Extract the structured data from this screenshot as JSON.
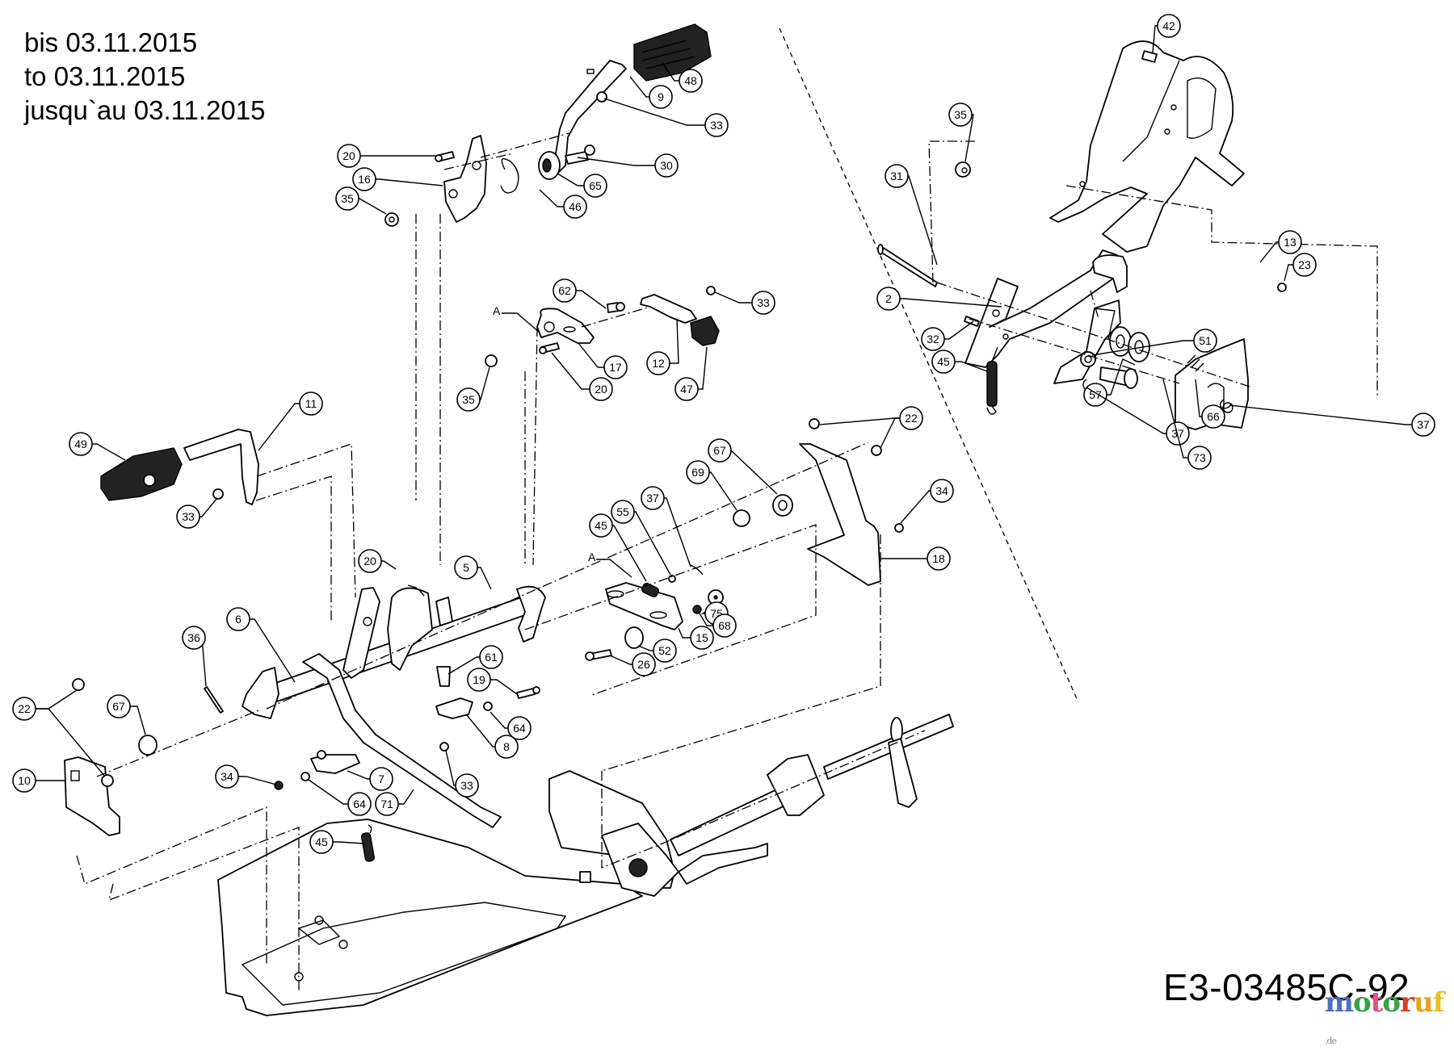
{
  "header": {
    "validity_lines": [
      "bis 03.11.2015",
      "to 03.11.2015",
      "jusqu`au 03.11.2015"
    ]
  },
  "footer": {
    "drawing_code": "E3-03485C-92",
    "watermark": {
      "letters": [
        {
          "ch": "m",
          "color": "#4a6fc4"
        },
        {
          "ch": "o",
          "color": "#3aa04a"
        },
        {
          "ch": "t",
          "color": "#e0508a"
        },
        {
          "ch": "o",
          "color": "#3aa04a"
        },
        {
          "ch": "r",
          "color": "#d0402a"
        },
        {
          "ch": "u",
          "color": "#e8a020"
        },
        {
          "ch": "f",
          "color": "#e8c020"
        }
      ],
      "suffix": ".de"
    }
  },
  "reference_marks": [
    "A",
    "A"
  ],
  "callouts": [
    {
      "id": "42"
    },
    {
      "id": "48"
    },
    {
      "id": "9"
    },
    {
      "id": "33"
    },
    {
      "id": "35"
    },
    {
      "id": "20"
    },
    {
      "id": "30"
    },
    {
      "id": "16"
    },
    {
      "id": "65"
    },
    {
      "id": "35"
    },
    {
      "id": "46"
    },
    {
      "id": "31"
    },
    {
      "id": "13"
    },
    {
      "id": "23"
    },
    {
      "id": "2"
    },
    {
      "id": "62"
    },
    {
      "id": "33"
    },
    {
      "id": "32"
    },
    {
      "id": "51"
    },
    {
      "id": "45"
    },
    {
      "id": "17"
    },
    {
      "id": "12"
    },
    {
      "id": "35"
    },
    {
      "id": "20"
    },
    {
      "id": "47"
    },
    {
      "id": "57"
    },
    {
      "id": "66"
    },
    {
      "id": "37"
    },
    {
      "id": "37"
    },
    {
      "id": "73"
    },
    {
      "id": "11"
    },
    {
      "id": "22"
    },
    {
      "id": "49"
    },
    {
      "id": "67"
    },
    {
      "id": "69"
    },
    {
      "id": "34"
    },
    {
      "id": "37"
    },
    {
      "id": "33"
    },
    {
      "id": "55"
    },
    {
      "id": "45"
    },
    {
      "id": "18"
    },
    {
      "id": "20"
    },
    {
      "id": "5"
    },
    {
      "id": "6"
    },
    {
      "id": "75"
    },
    {
      "id": "68"
    },
    {
      "id": "15"
    },
    {
      "id": "36"
    },
    {
      "id": "61"
    },
    {
      "id": "52"
    },
    {
      "id": "26"
    },
    {
      "id": "19"
    },
    {
      "id": "22"
    },
    {
      "id": "67"
    },
    {
      "id": "64"
    },
    {
      "id": "8"
    },
    {
      "id": "10"
    },
    {
      "id": "34"
    },
    {
      "id": "7"
    },
    {
      "id": "33"
    },
    {
      "id": "64"
    },
    {
      "id": "71"
    },
    {
      "id": "45"
    }
  ]
}
